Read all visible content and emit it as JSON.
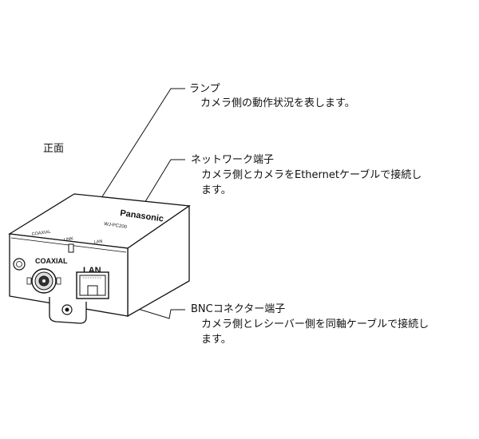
{
  "view_label": "正面",
  "callouts": {
    "lamp": {
      "title": "ランプ",
      "desc_lines": [
        "カメラ側の動作状況を表します。"
      ]
    },
    "network": {
      "title": "ネットワーク端子",
      "desc_lines": [
        "カメラ側とカメラをEthernetケーブルで接続し",
        "ます。"
      ]
    },
    "bnc": {
      "title": "BNCコネクター端子",
      "desc_lines": [
        "カメラ側とレシーバー側を同軸ケーブルで接続し",
        "ます。"
      ]
    }
  },
  "device": {
    "brand": "Panasonic",
    "model": "WJ-PC200",
    "front_labels": {
      "coaxial_small": "COAXIAL",
      "link": "LINK",
      "lan_small": "LAN",
      "coaxial_large": "COAXIAL",
      "lan_large": "LAN"
    }
  }
}
